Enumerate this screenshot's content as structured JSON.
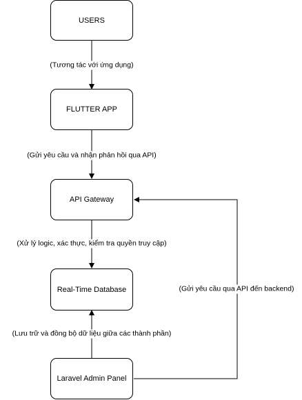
{
  "nodes": {
    "users": "USERS",
    "flutter_app": "FLUTTER APP",
    "api_gateway": "API Gateway",
    "realtime_db": "Real-Time Database",
    "laravel_admin": "Laravel Admin Panel"
  },
  "edges": {
    "users_to_app": "(Tương tác với ứng dụng)",
    "app_to_gateway": "(Gửi yêu cầu và nhận phản hồi qua API)",
    "gateway_to_db": "(Xử lý logic, xác thực, kiểm tra quyền truy cập)",
    "admin_to_db": "(Lưu trữ và đồng bộ dữ liệu giữa các thành phần)",
    "admin_to_gateway": "(Gửi yêu cầu qua API đến backend)"
  },
  "colors": {
    "stroke": "#000000",
    "fill": "#ffffff"
  }
}
